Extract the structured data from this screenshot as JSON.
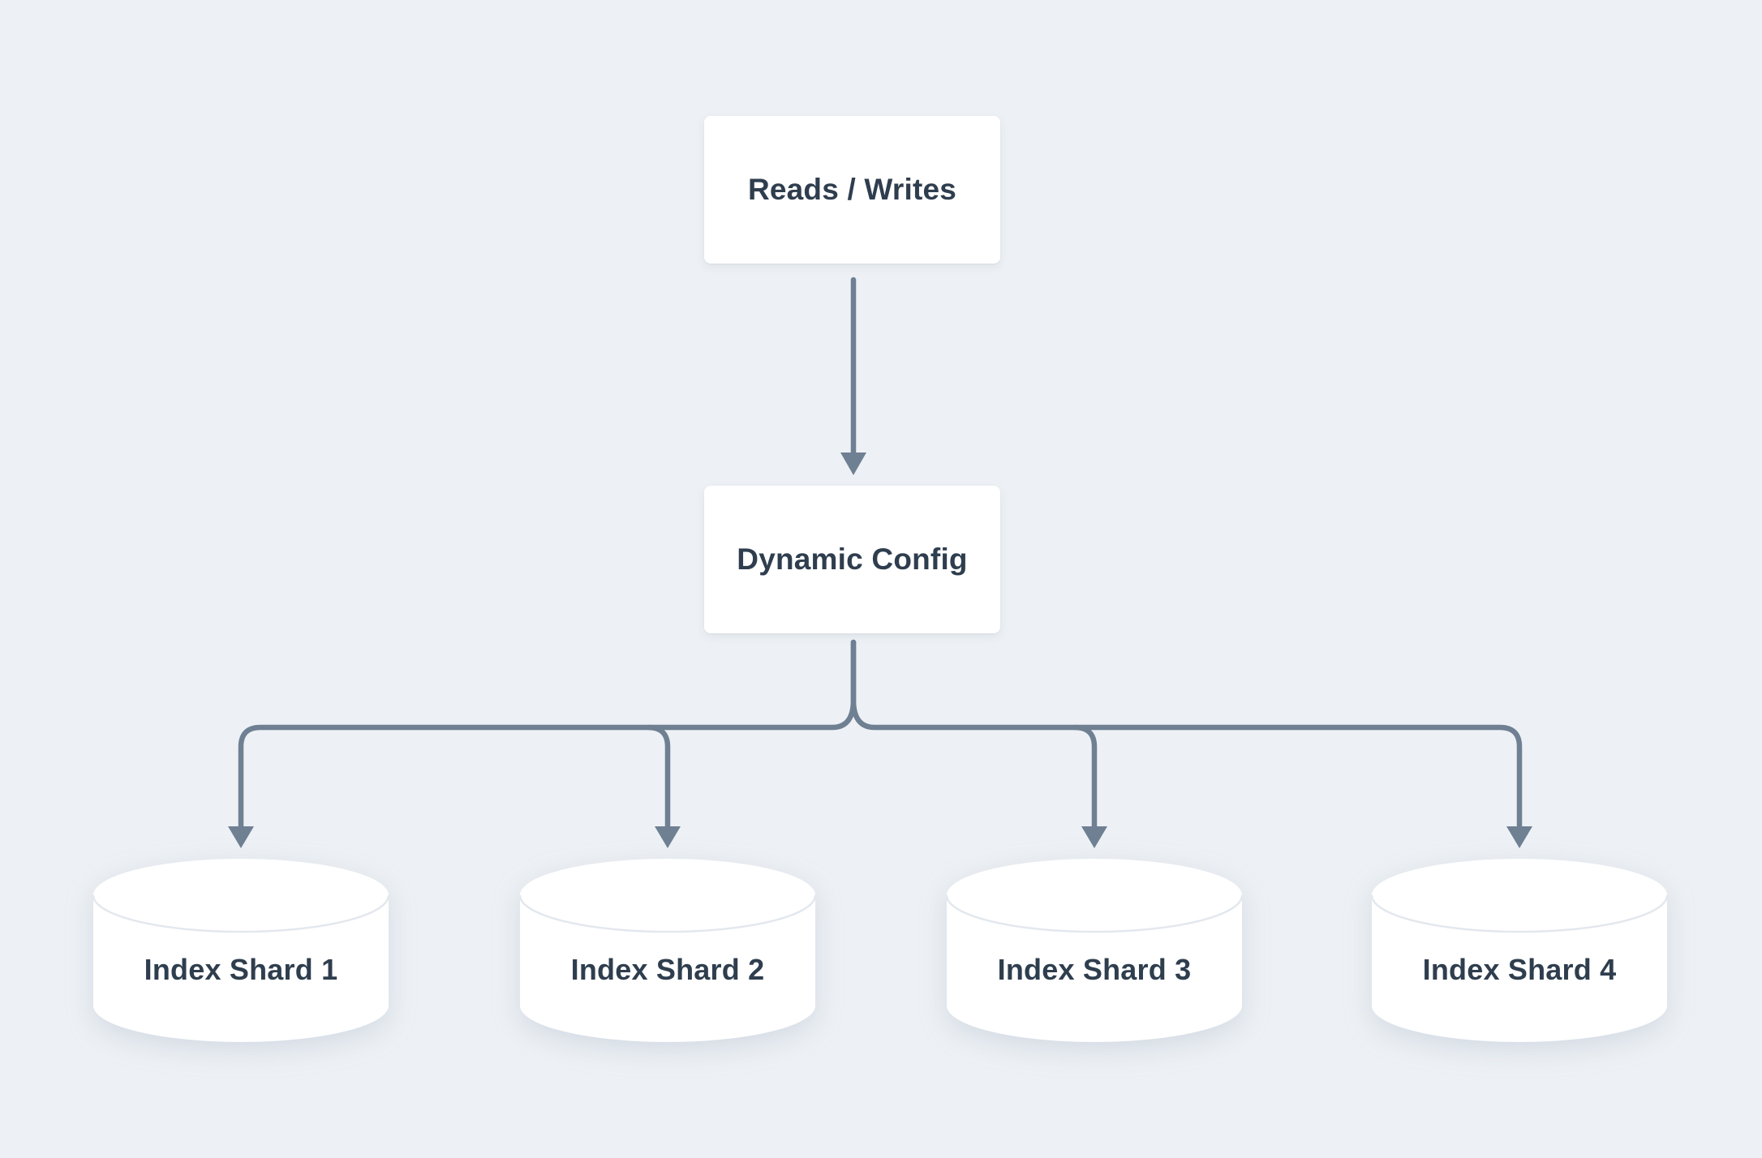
{
  "colors": {
    "background": "#edf1f5",
    "node_fill": "#ffffff",
    "text": "#2f3e4e",
    "connector": "#6f8093",
    "cylinder_rim": "#e3e8ee"
  },
  "nodes": {
    "reads_writes": {
      "label": "Reads / Writes"
    },
    "dynamic_config": {
      "label": "Dynamic Config"
    },
    "shards": [
      {
        "label": "Index Shard 1"
      },
      {
        "label": "Index Shard 2"
      },
      {
        "label": "Index Shard 3"
      },
      {
        "label": "Index Shard 4"
      }
    ]
  }
}
